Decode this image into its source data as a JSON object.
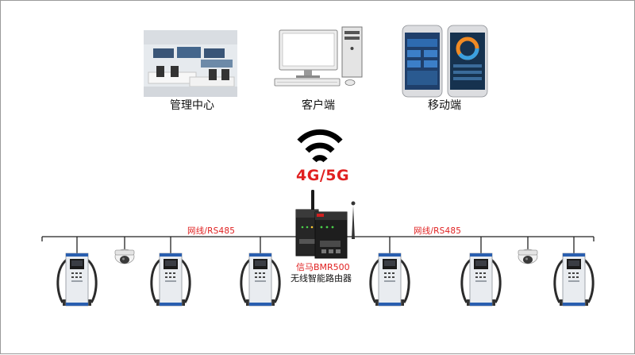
{
  "terminals": {
    "management_center": "管理中心",
    "client": "客户端",
    "mobile": "移动端"
  },
  "wireless": {
    "label": "4G/5G"
  },
  "network": {
    "left_link_label": "网线/RS485",
    "right_link_label": "网线/RS485"
  },
  "router": {
    "model": "信马BMR500",
    "name": "无线智能路由器"
  },
  "colors": {
    "accent_red": "#e02020",
    "bus_line": "#222222",
    "charger_blue": "#2a5fb0"
  }
}
